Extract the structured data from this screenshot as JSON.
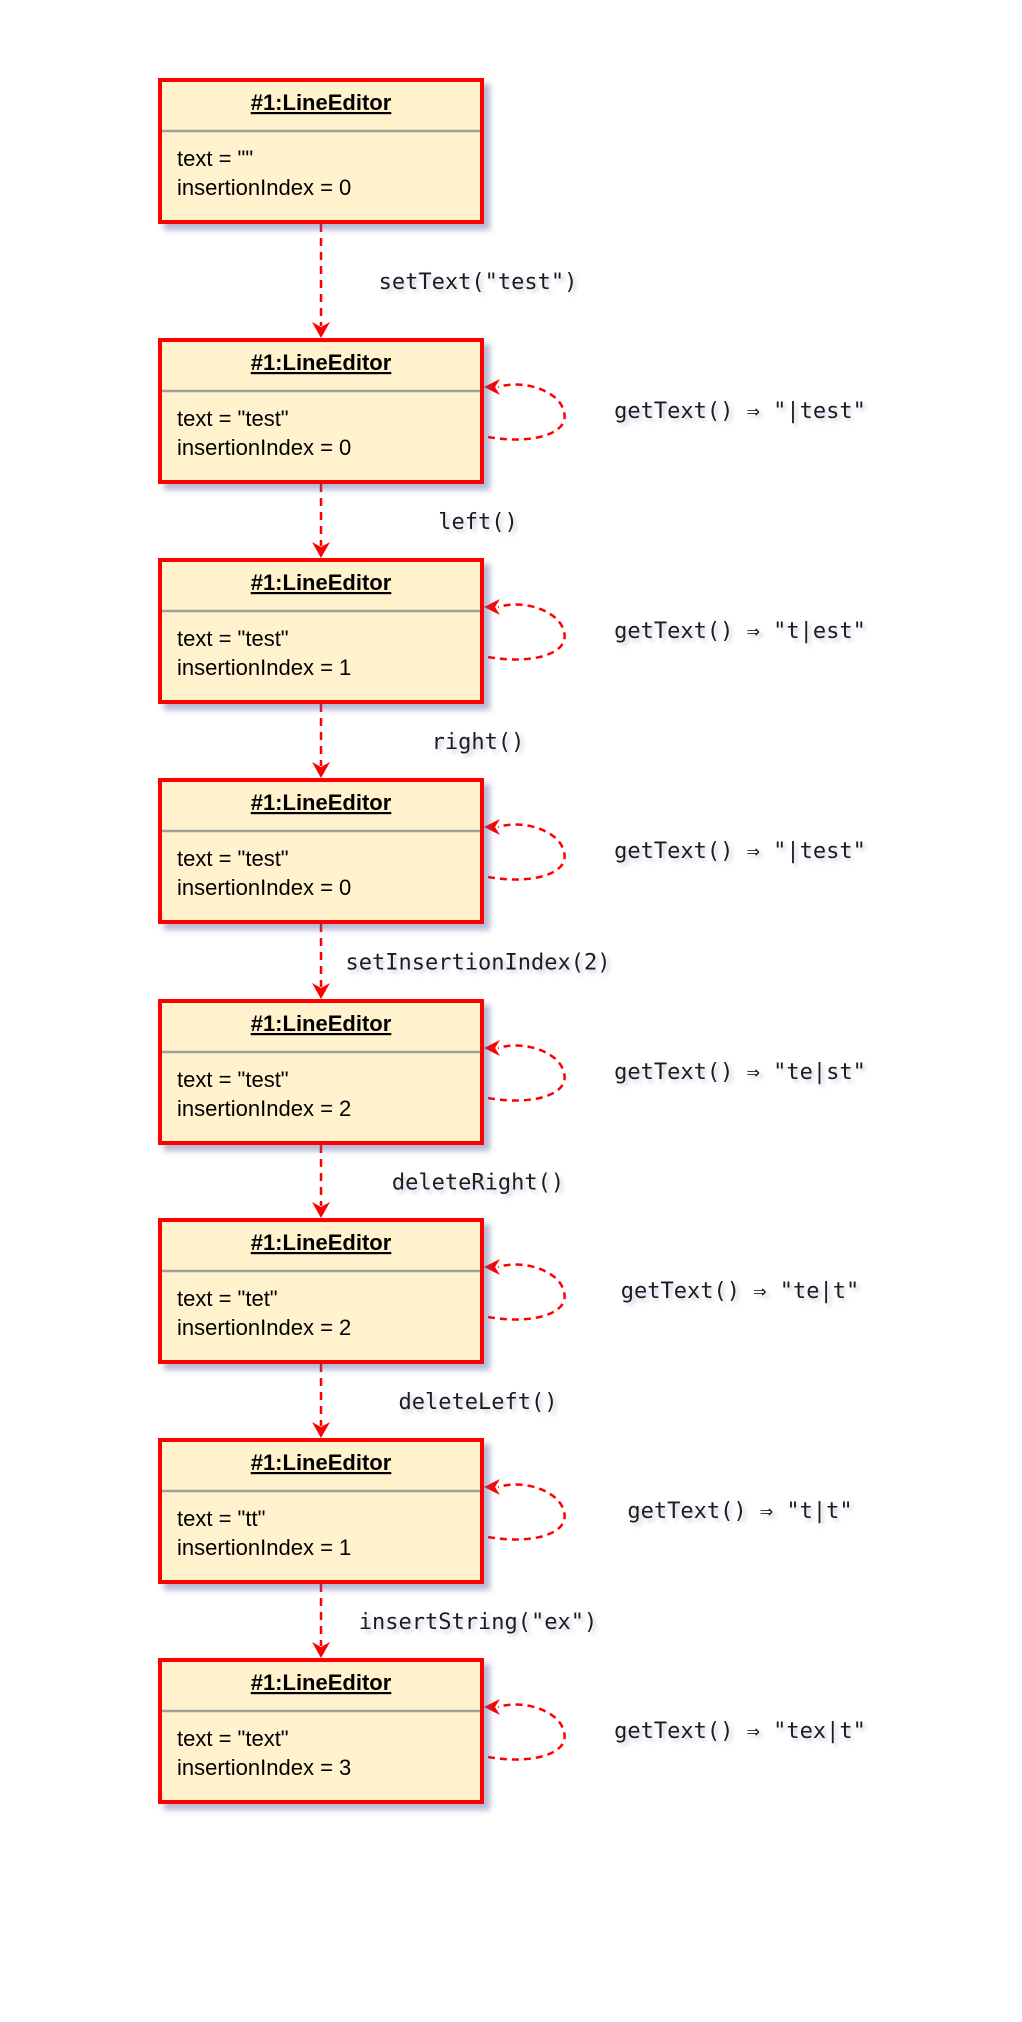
{
  "diagram": {
    "type": "UML object/state trace diagram",
    "colors": {
      "border": "#ff0000",
      "fill": "#fff2cc",
      "divider": "#a0a0a0",
      "arrow": "#ff0000",
      "shadow": "#9aa0c8"
    },
    "objects": [
      {
        "title": "#1:LineEditor",
        "attrs": [
          "text = \"\"",
          "insertionIndex = 0"
        ],
        "self_call": null
      },
      {
        "title": "#1:LineEditor",
        "attrs": [
          "text = \"test\"",
          "insertionIndex = 0"
        ],
        "self_call": "getText() ⇒ \"|test\""
      },
      {
        "title": "#1:LineEditor",
        "attrs": [
          "text = \"test\"",
          "insertionIndex = 1"
        ],
        "self_call": "getText() ⇒ \"t|est\""
      },
      {
        "title": "#1:LineEditor",
        "attrs": [
          "text = \"test\"",
          "insertionIndex = 0"
        ],
        "self_call": "getText() ⇒ \"|test\""
      },
      {
        "title": "#1:LineEditor",
        "attrs": [
          "text = \"test\"",
          "insertionIndex = 2"
        ],
        "self_call": "getText() ⇒ \"te|st\""
      },
      {
        "title": "#1:LineEditor",
        "attrs": [
          "text = \"tet\"",
          "insertionIndex = 2"
        ],
        "self_call": "getText() ⇒ \"te|t\""
      },
      {
        "title": "#1:LineEditor",
        "attrs": [
          "text = \"tt\"",
          "insertionIndex = 1"
        ],
        "self_call": "getText() ⇒ \"t|t\""
      },
      {
        "title": "#1:LineEditor",
        "attrs": [
          "text = \"text\"",
          "insertionIndex = 3"
        ],
        "self_call": "getText() ⇒ \"tex|t\""
      }
    ],
    "transitions": [
      "setText(\"test\")",
      "left()",
      "right()",
      "setInsertionIndex(2)",
      "deleteRight()",
      "deleteLeft()",
      "insertString(\"ex\")"
    ]
  }
}
